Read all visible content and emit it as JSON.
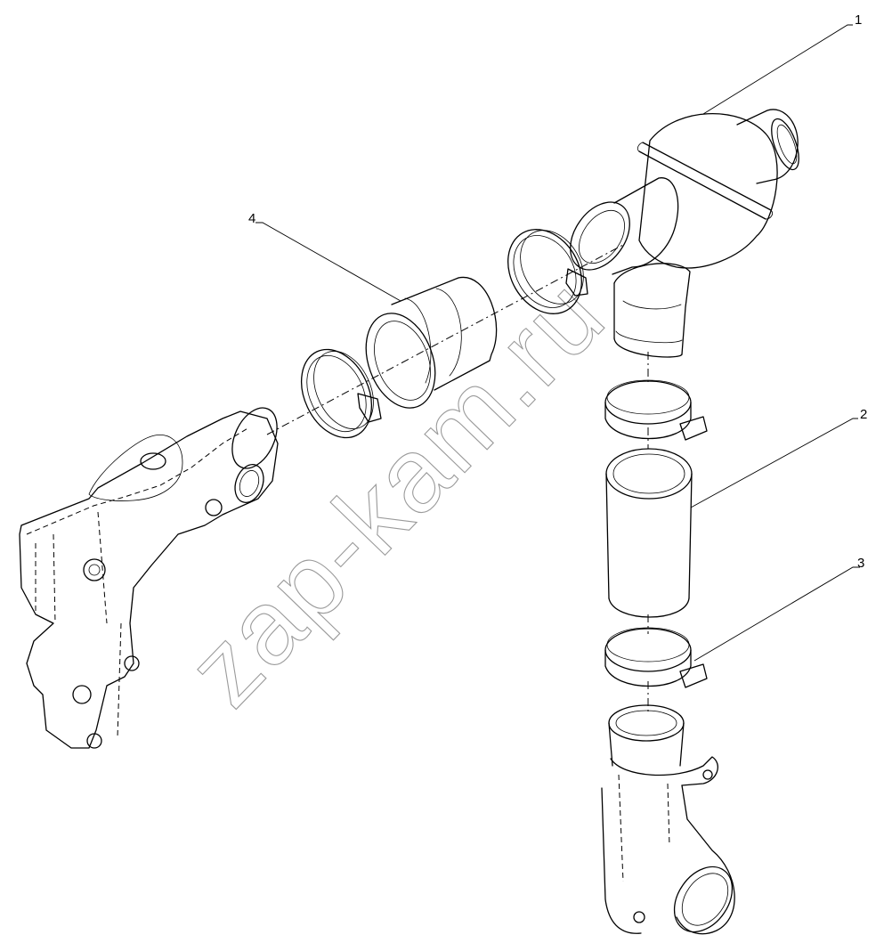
{
  "callouts": {
    "c1": "1",
    "c2": "2",
    "c3": "3",
    "c4": "4"
  },
  "watermark": "zap-kam.ru"
}
